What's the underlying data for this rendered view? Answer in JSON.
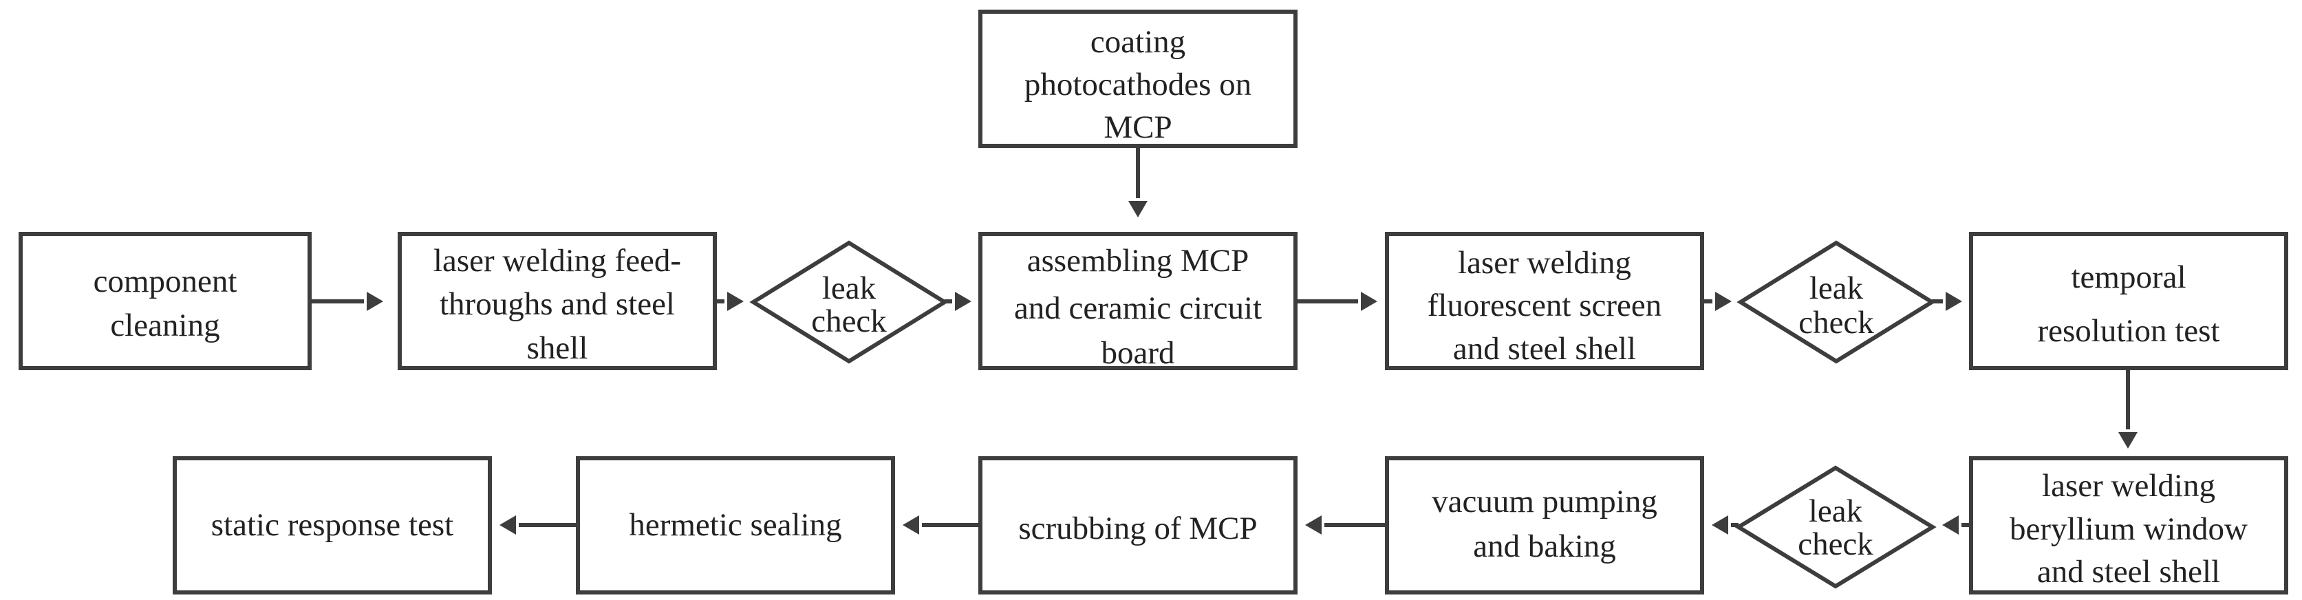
{
  "nodes": {
    "coating": [
      "coating",
      "photocathodes on",
      "MCP"
    ],
    "cleaning": [
      "component",
      "cleaning"
    ],
    "feedthroughs": [
      "laser welding feed-",
      "throughs and steel",
      "shell"
    ],
    "leak1": [
      "leak",
      "check"
    ],
    "assembling": [
      "assembling MCP",
      "and ceramic circuit",
      "board"
    ],
    "fluorescent": [
      "laser welding",
      "fluorescent screen",
      "and steel shell"
    ],
    "leak2": [
      "leak",
      "check"
    ],
    "temporal": [
      "temporal",
      "resolution test"
    ],
    "beryllium": [
      "laser welding",
      "beryllium window",
      "and steel shell"
    ],
    "leak3": [
      "leak",
      "check"
    ],
    "vacuum": [
      "vacuum pumping",
      "and baking"
    ],
    "scrubbing": [
      "scrubbing of MCP"
    ],
    "hermetic": [
      "hermetic sealing"
    ],
    "static": [
      "static response test"
    ]
  },
  "colors": {
    "stroke": "#3d3d3d",
    "text": "#222222",
    "background": "#ffffff"
  }
}
